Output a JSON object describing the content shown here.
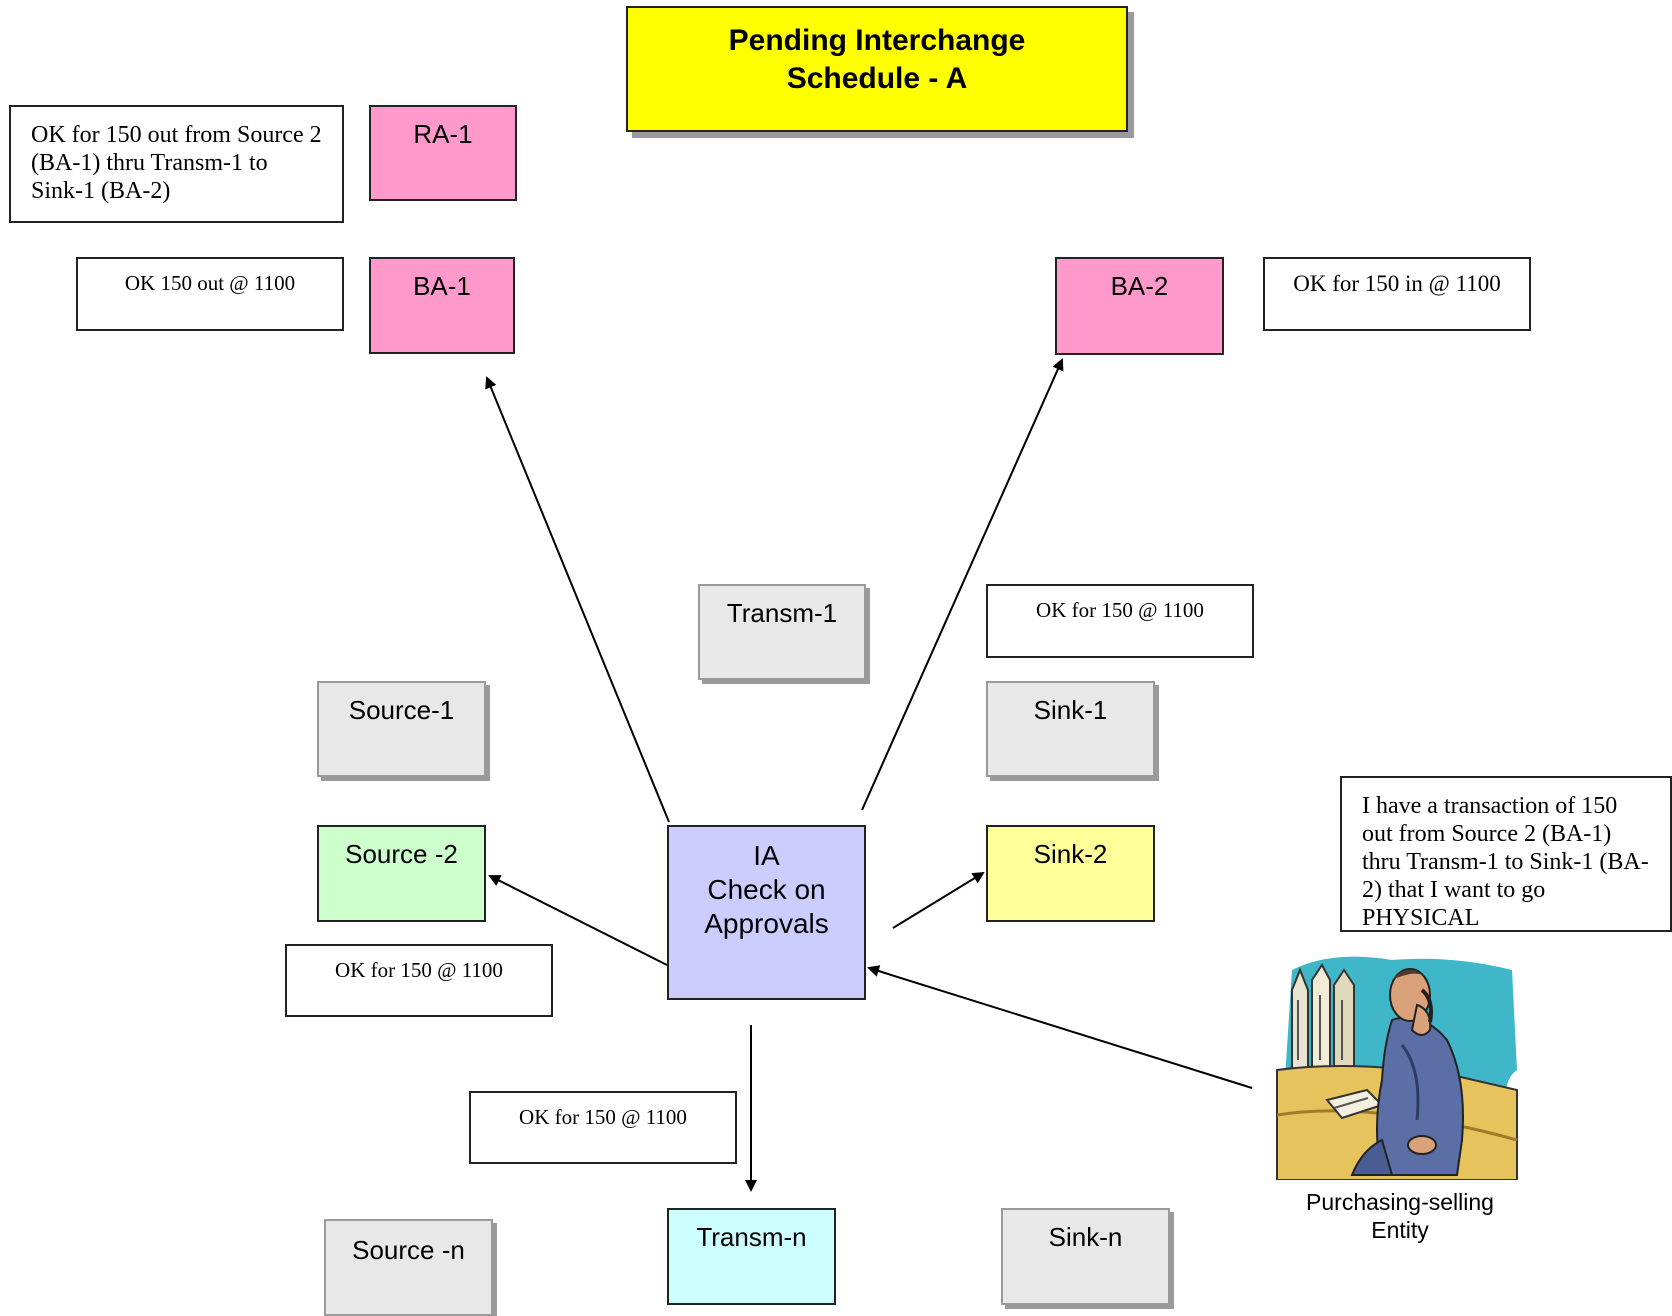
{
  "title": {
    "line1": "Pending Interchange",
    "line2": "Schedule - A"
  },
  "nodes": {
    "ra1": "RA-1",
    "ba1": "BA-1",
    "ba2": "BA-2",
    "transm1": "Transm-1",
    "source1": "Source-1",
    "sink1": "Sink-1",
    "source2": "Source -2",
    "sink2": "Sink-2",
    "source_n": "Source -n",
    "transm_n": "Transm-n",
    "sink_n": "Sink-n"
  },
  "ia": {
    "line1": "IA",
    "line2": "Check on",
    "line3": "Approvals"
  },
  "notes": {
    "ra1_note": "OK for 150 out from Source 2 (BA-1) thru Transm-1 to Sink-1 (BA-2)",
    "ba1_note": "OK 150 out @ 1100",
    "ba2_note": "OK for 150 in @ 1100",
    "sink1_note": "OK for 150 @ 1100",
    "source2_note": "OK for 150 @ 1100",
    "transm_n_note": "OK for 150 @ 1100",
    "entity_note": "I have a transaction of 150 out from Source 2 (BA-1) thru Transm-1 to Sink-1 (BA-2) that I want to go PHYSICAL"
  },
  "entity_caption": {
    "line1": "Purchasing-selling",
    "line2": "Entity"
  },
  "colors": {
    "title_bg": "#ffff00",
    "ba_ra_bg": "#ff99cc",
    "ia_bg": "#ccccff",
    "source2_bg": "#ccffcc",
    "sink2_bg": "#ffff99",
    "transm_n_bg": "#ccffff",
    "inactive_bg": "#e8e8e8"
  },
  "icons": {
    "entity_image": "businessman-on-phone-icon"
  }
}
